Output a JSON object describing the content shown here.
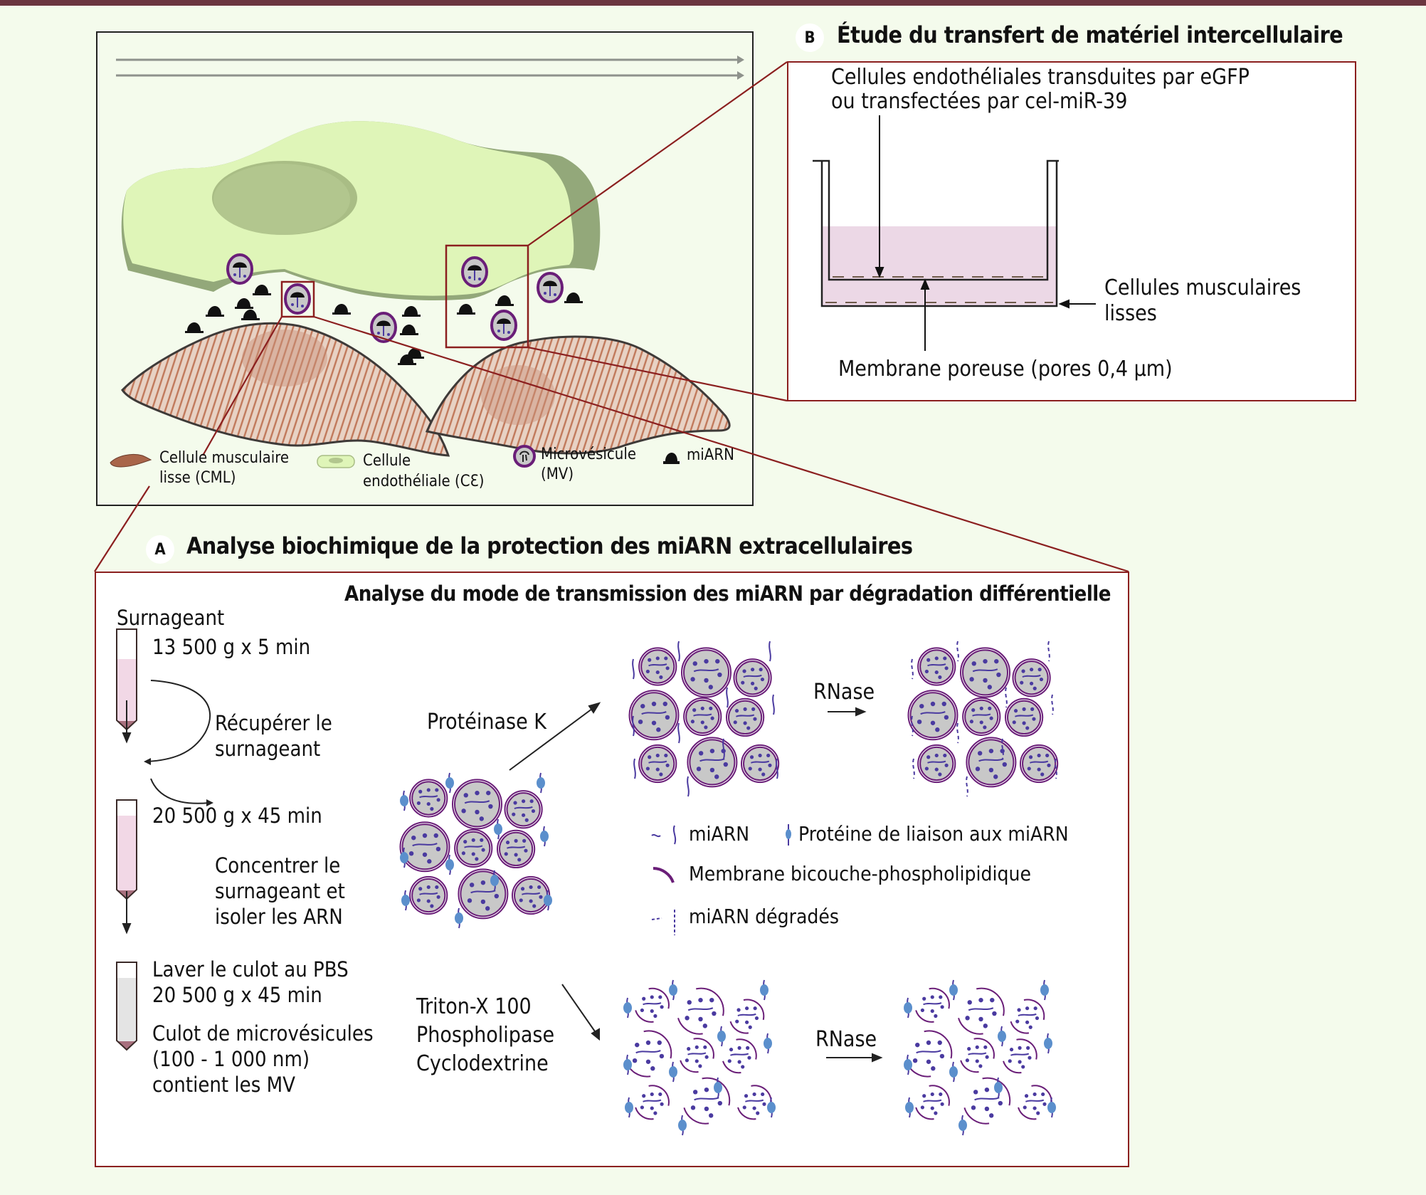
{
  "colors": {
    "top_band": "#6b3540",
    "background": "#f4fbec",
    "panel_border_red": "#8b1f1f",
    "endothelial_fill": "#dff5b8",
    "endothelial_shadow": "#93a87a",
    "nucleus_green": "#b2c68e",
    "muscle_fill": "#e8d2c4",
    "muscle_stripe": "#c0785a",
    "vesicle_membrane": "#6a1e78",
    "vesicle_fill": "#c8c8c8",
    "mirna_dot": "#4a3aa0",
    "protein_blue": "#5b8fcc",
    "tube_pink": "#f2d8e6",
    "medium_pink": "#ecd8e6"
  },
  "overview": {
    "legend": [
      {
        "icon": "smooth-muscle-cell-icon",
        "label_line1": "Cellule musculaire",
        "label_line2": "lisse (CML)"
      },
      {
        "icon": "endothelial-cell-icon",
        "label_line1": "Cellule",
        "label_line2": "endothéliale (CƐ)"
      },
      {
        "icon": "microvesicle-icon",
        "label_line1": "Microvésicule",
        "label_line2": "(MV)"
      },
      {
        "icon": "mirna-icon",
        "label_line1": "miARN",
        "label_line2": ""
      }
    ]
  },
  "panel_b": {
    "badge": "B",
    "title": "Étude du transfert de matériel intercellulaire",
    "label_top_line1": "Cellules endothéliales transduites par eGFP",
    "label_top_line2": "ou transfectées par cel-miR-39",
    "label_right_line1": "Cellules musculaires",
    "label_right_line2": "lisses",
    "label_bottom": "Membrane poreuse (pores 0,4 µm)"
  },
  "panel_a": {
    "badge": "A",
    "title": "Analyse biochimique de la protection des miARN extracellulaires",
    "subtitle": "Analyse du mode de transmission des miARN par dégradation différentielle",
    "protocol": {
      "start_label": "Surnageant",
      "step1": "13 500 g x 5 min",
      "side1_line1": "Récupérer le",
      "side1_line2": "surnageant",
      "step2": "20 500 g x 45 min",
      "side2_line1": "Concentrer le",
      "side2_line2": "surnageant et",
      "side2_line3": "isoler les ARN",
      "step3_line1": "Laver le culot au PBS",
      "step3_line2": "20 500 g x 45 min",
      "result_line1": "Culot de microvésicules",
      "result_line2": "(100 - 1 000 nm)",
      "result_line3": "contient les MV"
    },
    "treatment_upper": "Protéinase K",
    "treatment_lower_line1": "Triton-X 100",
    "treatment_lower_line2": "Phospholipase",
    "treatment_lower_line3": "Cyclodextrine",
    "rnase_upper": "RNase",
    "rnase_lower": "RNase",
    "legend": [
      {
        "icon": "mirna-strand-icon",
        "label": "miARN"
      },
      {
        "icon": "binding-protein-icon",
        "label": "Protéine de liaison aux miARN"
      },
      {
        "icon": "membrane-bilayer-icon",
        "label": "Membrane bicouche-phospholipidique"
      },
      {
        "icon": "degraded-mirna-icon",
        "label": "miARN dégradés"
      }
    ]
  }
}
